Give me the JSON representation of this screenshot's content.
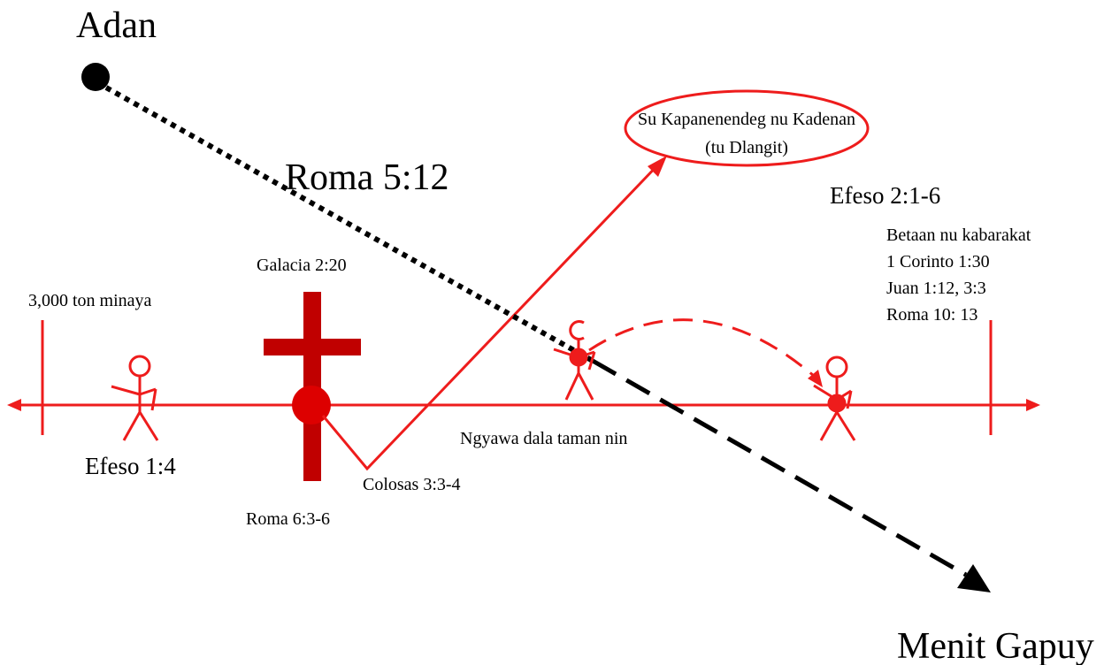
{
  "colors": {
    "red": "#ee1c1c",
    "dark_red": "#c00000",
    "black": "#000000"
  },
  "labels": {
    "adan": "Adan",
    "roma_5_12": "Roma 5:12",
    "menit_gapuy": "Menit Gapuy",
    "heaven_line1": "Su Kapanenendeg nu Kadenan",
    "heaven_line2": "(tu Dlangit)",
    "efeso_2": "Efeso 2:1-6",
    "betaan": "Betaan nu kabarakat",
    "corinto": "1 Corinto 1:30",
    "juan": "Juan 1:12, 3:3",
    "roma_10": "Roma 10: 13",
    "galacia": "Galacia 2:20",
    "years": "3,000 ton minaya",
    "efeso_1": "Efeso 1:4",
    "colosas": "Colosas 3:3-4",
    "roma_6": "Roma 6:3-6",
    "ngyawa": "Ngyawa dala taman nin"
  },
  "icons": [
    "stick-figure-icon",
    "cross-icon",
    "arrow-head-icon"
  ]
}
